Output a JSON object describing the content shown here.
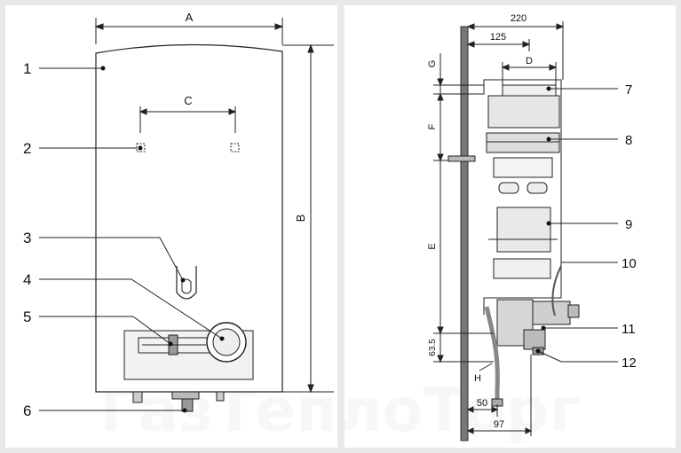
{
  "front": {
    "dims": {
      "A": "A",
      "B": "B",
      "C": "C"
    },
    "callouts": [
      "1",
      "2",
      "3",
      "4",
      "5",
      "6"
    ]
  },
  "side": {
    "dims": {
      "w220": "220",
      "w125": "125",
      "D": "D",
      "G": "G",
      "F": "F",
      "E": "E",
      "h63": "63.5",
      "H": "H",
      "w50": "50",
      "w97": "97"
    },
    "callouts": [
      "7",
      "8",
      "9",
      "10",
      "11",
      "12"
    ]
  },
  "watermark": "ГазТеплоТорг"
}
